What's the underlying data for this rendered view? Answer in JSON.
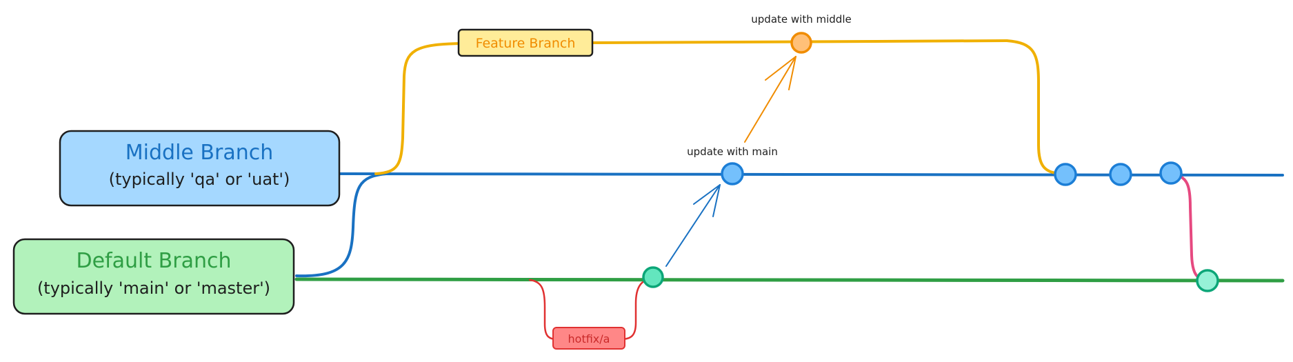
{
  "boxes": {
    "middle": {
      "title": "Middle Branch",
      "subtitle": "(typically 'qa' or 'uat')"
    },
    "default": {
      "title": "Default Branch",
      "subtitle": "(typically 'main' or 'master')"
    }
  },
  "feature_branch": {
    "label": "Feature Branch"
  },
  "hotfix": {
    "label": "hotfix/a"
  },
  "annotations": {
    "update_with_middle": "update with middle",
    "update_with_main": "update with main"
  },
  "colors": {
    "middle_line": "#1971c2",
    "default_line": "#2f9e44",
    "feature_line": "#f0b000",
    "hotfix_line": "#e03131",
    "merge_line": "#e64980",
    "middle_box_fill": "#a5d8ff",
    "default_box_fill": "#b2f2bb",
    "feature_pill_fill": "#ffec99",
    "hotfix_pill_fill": "#ff8787",
    "middle_title_text": "#1971c2",
    "default_title_text": "#2f9e44",
    "feature_text": "#f08c00",
    "hotfix_text": "#c92a2a",
    "middle_commit_fill": "#74c0fc",
    "default_commit_fill": "#63e6be",
    "feature_commit_fill": "#ffc078"
  }
}
